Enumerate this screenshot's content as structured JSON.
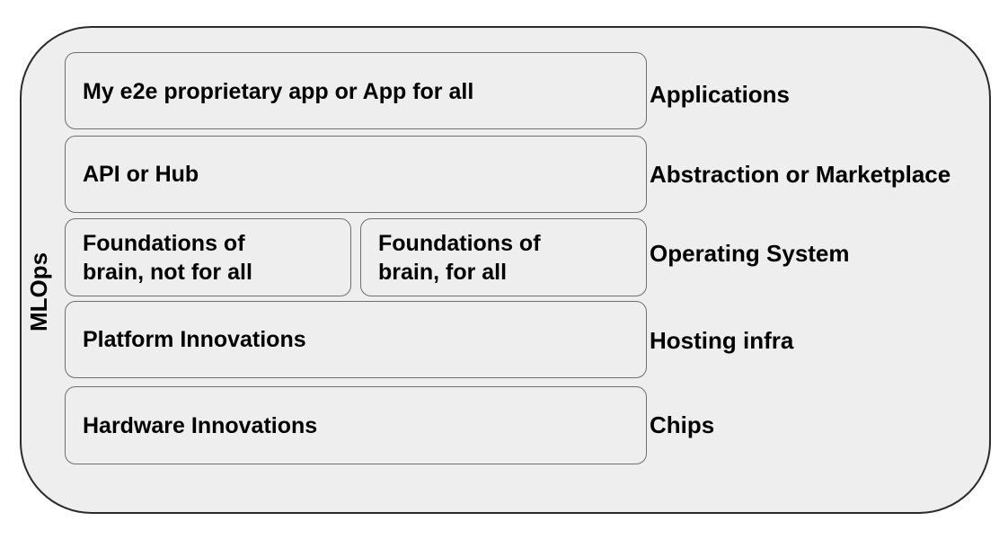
{
  "side_label": "MLOps",
  "boxes": {
    "app": "My e2e proprietary app or App for all",
    "api": "API or Hub",
    "foundations_not_for_all": "Foundations of\nbrain, not for all",
    "foundations_for_all": "Foundations of\nbrain, for all",
    "platform": "Platform Innovations",
    "hardware": "Hardware Innovations"
  },
  "layers": [
    "Applications",
    "Abstraction or Marketplace",
    "Operating System",
    "Hosting infra",
    "Chips"
  ]
}
